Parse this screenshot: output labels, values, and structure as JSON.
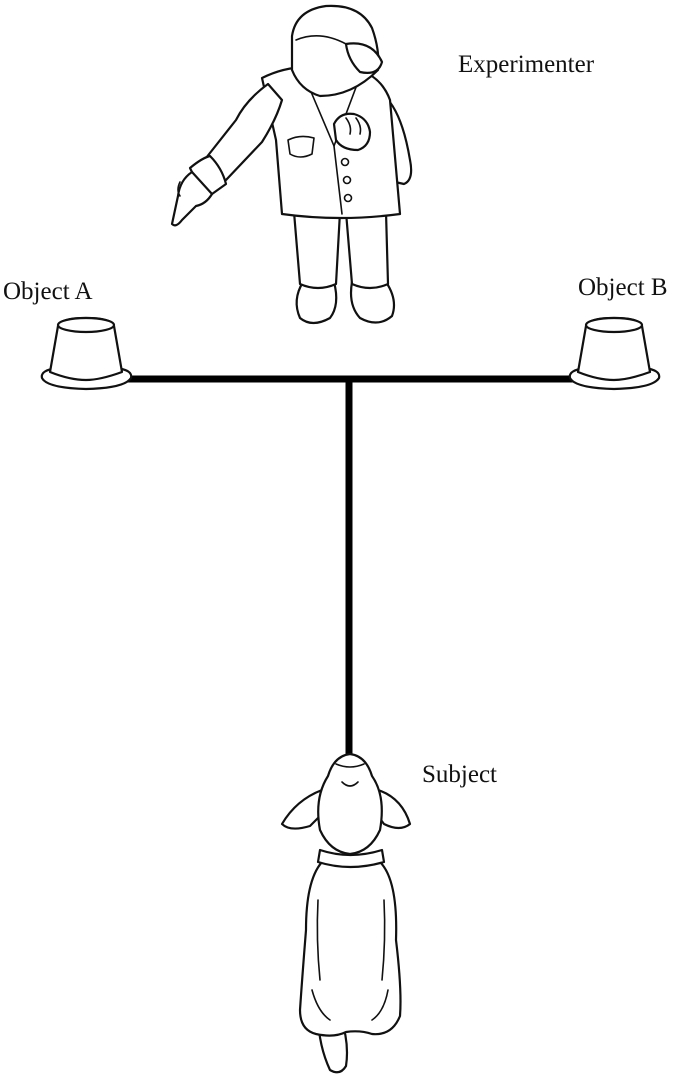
{
  "labels": {
    "experimenter": "Experimenter",
    "object_a": "Object A",
    "object_b": "Object B",
    "subject": "Subject"
  },
  "figures": {
    "experimenter": "person-standing-top-view-pointing-icon",
    "object_a": "inverted-cup-icon",
    "object_b": "inverted-cup-icon",
    "subject": "dog-sitting-rear-view-icon"
  },
  "colors": {
    "ink": "#111111",
    "background": "#ffffff"
  }
}
